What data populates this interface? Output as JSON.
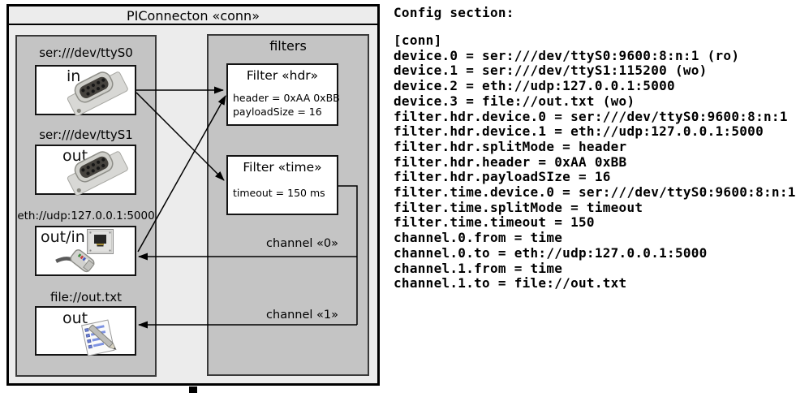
{
  "diagram": {
    "title": "PIConnecton «conn»",
    "filters_panel_title": "filters",
    "devices": [
      {
        "label": "ser:///dev/ttyS0",
        "direction": "in",
        "icon": "serial-port-icon"
      },
      {
        "label": "ser:///dev/ttyS1",
        "direction": "out",
        "icon": "serial-port-icon"
      },
      {
        "label": "eth://udp:127.0.0.1:5000",
        "direction": "out/in",
        "icon": "ethernet-port-icon"
      },
      {
        "label": "file://out.txt",
        "direction": "out",
        "icon": "notepad-icon"
      }
    ],
    "filters": [
      {
        "title": "Filter «hdr»",
        "properties": [
          "header = 0xAA 0xBB",
          "payloadSize = 16"
        ]
      },
      {
        "title": "Filter «time»",
        "properties": [
          "timeout = 150 ms"
        ]
      }
    ],
    "channels": [
      {
        "label": "channel «0»"
      },
      {
        "label": "channel «1»"
      }
    ]
  },
  "config": {
    "heading": "Config section:",
    "lines": [
      "[conn]",
      "device.0 = ser:///dev/ttyS0:9600:8:n:1 (ro)",
      "device.1 = ser:///dev/ttyS1:115200 (wo)",
      "device.2 = eth://udp:127.0.0.1:5000",
      "device.3 = file://out.txt (wo)",
      "filter.hdr.device.0 = ser:///dev/ttyS0:9600:8:n:1",
      "filter.hdr.device.1 = eth://udp:127.0.0.1:5000",
      "filter.hdr.splitMode = header",
      "filter.hdr.header = 0xAA 0xBB",
      "filter.hdr.payloadSIze = 16",
      "filter.time.device.0 = ser:///dev/ttyS0:9600:8:n:1",
      "filter.time.splitMode = timeout",
      "filter.time.timeout = 150",
      "channel.0.from = time",
      "channel.0.to = eth://udp:127.0.0.1:5000",
      "channel.1.from = time",
      "channel.1.to = file://out.txt"
    ]
  },
  "colors": {
    "outer_bg": "#ececec",
    "panel_bg": "#c4c4c4",
    "box_bg": "#ffffff",
    "line": "#000000"
  }
}
